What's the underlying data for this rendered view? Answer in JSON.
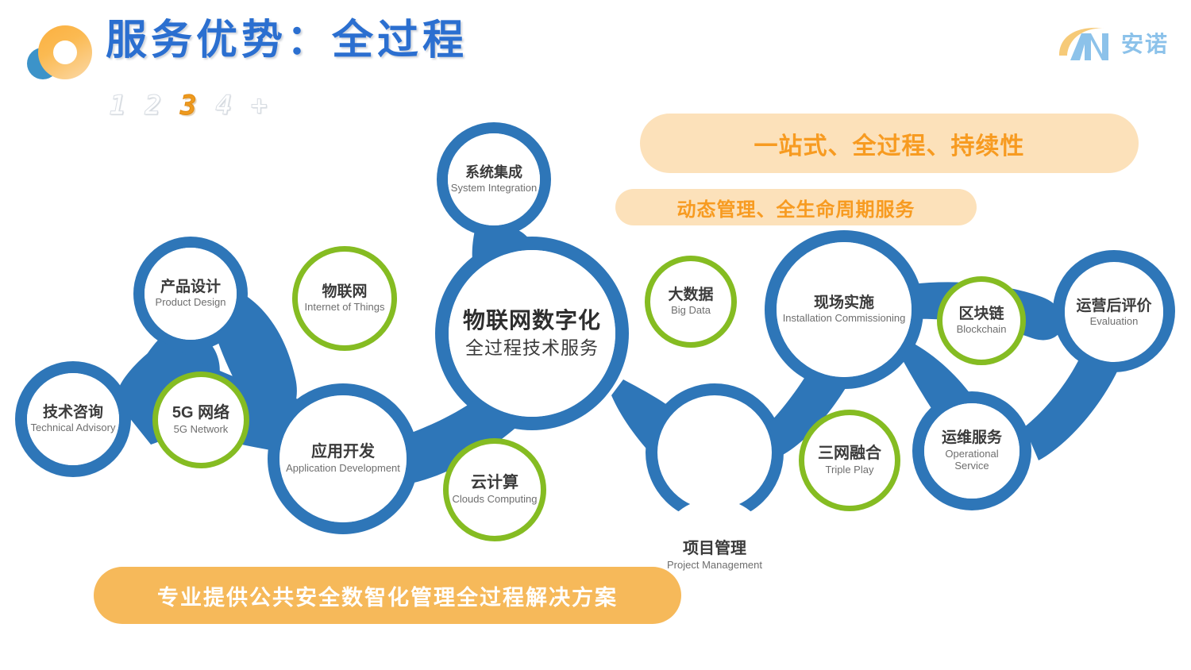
{
  "header": {
    "title": "服务优势：全过程",
    "pager": [
      {
        "label": "1",
        "active": false
      },
      {
        "label": "2",
        "active": false
      },
      {
        "label": "3",
        "active": true
      },
      {
        "label": "4",
        "active": false
      },
      {
        "label": "+",
        "active": false
      }
    ],
    "brand_name": "安诺",
    "brand_logo_letters": "AN",
    "logo_icon": "orange-ring-logo"
  },
  "callouts": {
    "primary": "一站式、全过程、持续性",
    "secondary": "动态管理、全生命周期服务"
  },
  "bottom_banner": "专业提供公共安全数智化管理全过程解决方案",
  "colors": {
    "blue": "#2E76B8",
    "green": "#85BC22",
    "orange": "#F79B21",
    "banner_bg": "#FCE1BA",
    "bottom_banner_bg": "#F6B95A",
    "title_blue": "#2B6FD0",
    "brand_blue": "#8CC2EA"
  },
  "diagram": {
    "center_node": {
      "cn": "物联网数字化",
      "en": "全过程技术服务",
      "style": "blue"
    },
    "nodes": [
      {
        "cn": "系统集成",
        "en": "System Integration",
        "style": "blue"
      },
      {
        "cn": "产品设计",
        "en": "Product Design",
        "style": "blue"
      },
      {
        "cn": "物联网",
        "en": "Internet of Things",
        "style": "green"
      },
      {
        "cn": "技术咨询",
        "en": "Technical Advisory",
        "style": "blue"
      },
      {
        "cn": "5G 网络",
        "en": "5G Network",
        "style": "green"
      },
      {
        "cn": "应用开发",
        "en": "Application Development",
        "style": "blue"
      },
      {
        "cn": "云计算",
        "en": "Clouds Computing",
        "style": "green"
      },
      {
        "cn": "大数据",
        "en": "Big Data",
        "style": "green"
      },
      {
        "cn": "现场实施",
        "en": "Installation Commissioning",
        "style": "blue"
      },
      {
        "cn": "项目管理",
        "en": "Project Management",
        "style": "blue"
      },
      {
        "cn": "三网融合",
        "en": "Triple Play",
        "style": "green"
      },
      {
        "cn": "区块链",
        "en": "Blockchain",
        "style": "green"
      },
      {
        "cn": "运维服务",
        "en": "Operational\nService",
        "style": "blue"
      },
      {
        "cn": "运营后评价",
        "en": "Evaluation",
        "style": "blue"
      }
    ]
  }
}
